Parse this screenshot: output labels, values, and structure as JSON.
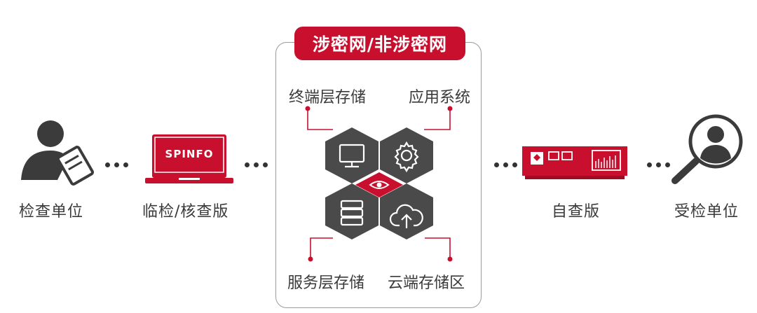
{
  "banner": {
    "title": "涉密网/非涉密网"
  },
  "left_nodes": [
    {
      "label": "检查单位",
      "icon": "inspector-icon"
    },
    {
      "label": "临检/核查版",
      "icon": "laptop-icon",
      "screen_text": "SPINFO"
    }
  ],
  "right_nodes": [
    {
      "label": "自查版",
      "icon": "device-icon"
    },
    {
      "label": "受检单位",
      "icon": "inspected-user-icon"
    }
  ],
  "storage": {
    "top_left": "终端层存储",
    "top_right": "应用系统",
    "bottom_left": "服务层存储",
    "bottom_right": "云端存储区"
  },
  "colors": {
    "accent": "#c8102e",
    "hex": "#4a4a4a",
    "text": "#3a3a3a"
  }
}
